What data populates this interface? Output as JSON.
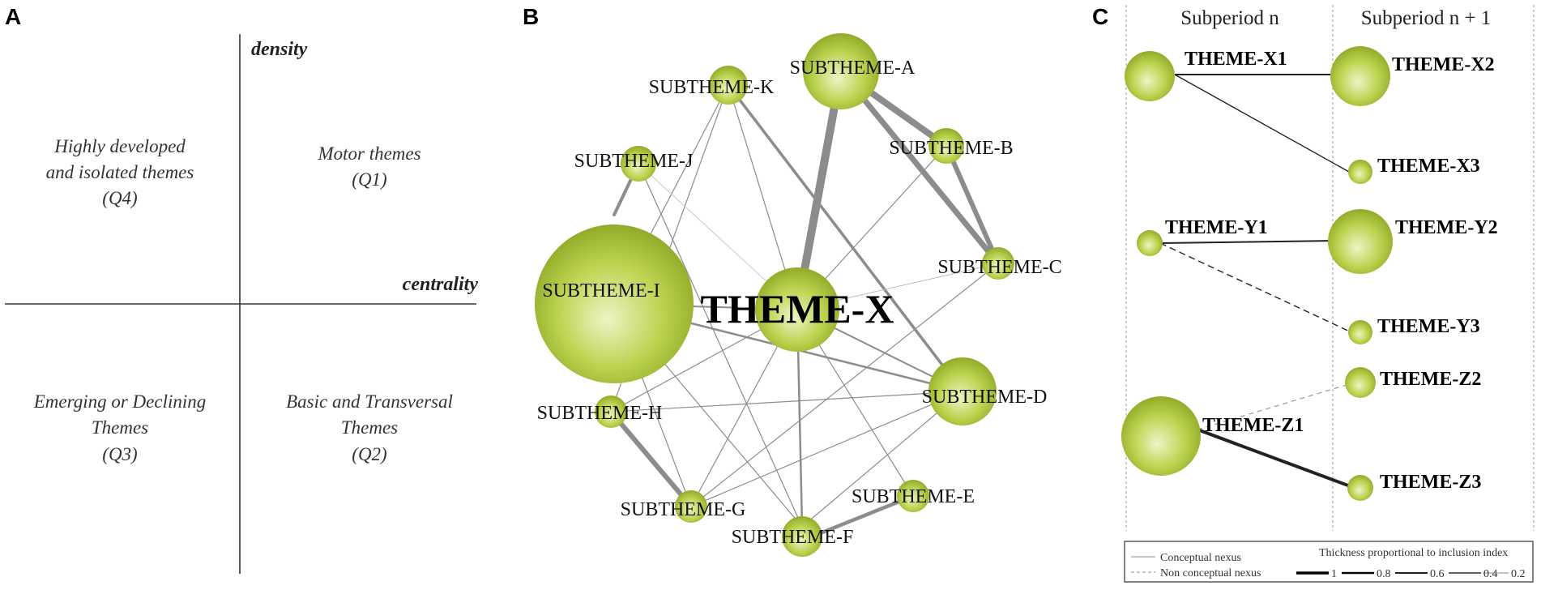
{
  "panels": {
    "a": {
      "letter": "A",
      "axes": {
        "y_label": "density",
        "x_label": "centrality"
      },
      "quadrants": {
        "q4": [
          "Highly developed",
          "and isolated themes",
          "(Q4)"
        ],
        "q1": [
          "Motor themes",
          "(Q1)"
        ],
        "q3": [
          "Emerging or Declining",
          "Themes",
          "(Q3)"
        ],
        "q2": [
          "Basic and Transversal",
          "Themes",
          "(Q2)"
        ]
      }
    },
    "b": {
      "letter": "B",
      "main_theme": "THEME-X",
      "subthemes": {
        "a": "SUBTHEME-A",
        "b": "SUBTHEME-B",
        "c": "SUBTHEME-C",
        "d": "SUBTHEME-D",
        "e": "SUBTHEME-E",
        "f": "SUBTHEME-F",
        "g": "SUBTHEME-G",
        "h": "SUBTHEME-H",
        "i": "SUBTHEME-I",
        "j": "SUBTHEME-J",
        "k": "SUBTHEME-K"
      }
    },
    "c": {
      "letter": "C",
      "headers": {
        "left": "Subperiod n",
        "right": "Subperiod n + 1"
      },
      "themes": {
        "x1": "THEME-X1",
        "x2": "THEME-X2",
        "x3": "THEME-X3",
        "y1": "THEME-Y1",
        "y2": "THEME-Y2",
        "y3": "THEME-Y3",
        "z1": "THEME-Z1",
        "z2": "THEME-Z2",
        "z3": "THEME-Z3"
      },
      "legend": {
        "conceptual": "Conceptual nexus",
        "non_conceptual": "Non conceptual nexus",
        "thickness_title": "Thickness proportional to inclusion index",
        "thickness_values": [
          "1",
          "0.8",
          "0.6",
          "0.4",
          "0.2"
        ]
      }
    }
  },
  "colors": {
    "node_light": "#e8f0b8",
    "node_mid": "#a8c23a",
    "node_dark": "#7e9a1c",
    "edge": "#8a8a8a",
    "axis": "#333333"
  }
}
